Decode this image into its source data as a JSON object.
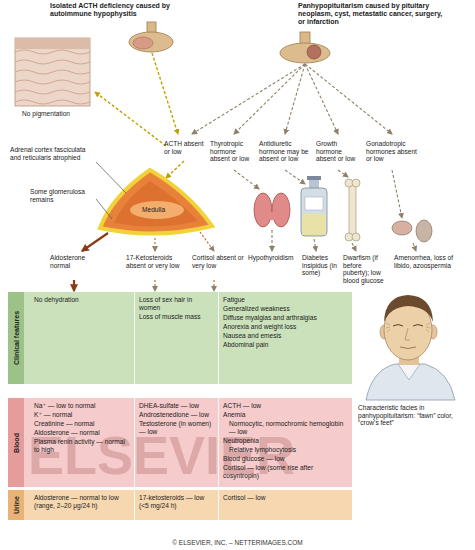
{
  "diagram": {
    "nodes": [
      {
        "text": [
          "Clinical features",
          "No dehydration",
          "Loss of sex hair in women",
          "Loss of muscle mass",
          "Fatigue",
          "Generalized weakness",
          "Diffuse myalgias and arthralgias",
          "Anorexia and weight loss",
          "Nausea and emesis",
          "Abdominal pain"
        ]
      },
      {
        "text": [
          "Blood",
          "Na⁺ — low to normal",
          "K⁺ — normal",
          "Creatinine — normal",
          "Aldosterone — normal",
          "Plasma renin activity — normal to high",
          "DHEA-sulfate — low",
          "Androstenedione — low",
          "Testosterone (in women) — low",
          "ACTH — low",
          "Anemia",
          "Normocytic, normochromic hemoglobin — low",
          "Neutropenia",
          "Relative lymphocytosis",
          "Blood glucose — low",
          "Cortisol — low (some rise after cosyntropin)"
        ]
      },
      {
        "text": [
          "Urine",
          "Aldosterone — normal to low (range, 2–20 μg/24 h)",
          "17-ketosteroids — low (<5 mg/24 h)",
          "Cortisol — low"
        ]
      }
    ],
    "labels": [
      "Isolated ACTH deficiency caused by autoimmune hypophysitis",
      "Panhypopituitarism caused by pituitary neoplasm, cyst, metastatic cancer, surgery, or infarction",
      "No pigmentation",
      "Adrenal cortex fasciculata and reticularis atrophied",
      "Some glomerulosa remains",
      "ACTH absent or low",
      "Medulla",
      "Thyrotropic hormone absent or low",
      "Antidiuretic hormone may be absent or low",
      "Growth hormone absent or low",
      "Gonadotropic hormones absent or low",
      "Aldosterone normal",
      "17-Ketosteroids absent or very low",
      "Cortisol absent or very low",
      "Hypothyroidism",
      "Diabetes insipidus (in some)",
      "Dwarfism (if before puberty); low blood glucose",
      "Amenorrhea, loss of libido, azoospermia",
      "Characteristic facies in panhypopituitarism: “fawn” color, “crow's feet”",
      "ELSEVIER",
      "© ELSEVIER, INC. – NETTERIMAGES.COM"
    ]
  }
}
